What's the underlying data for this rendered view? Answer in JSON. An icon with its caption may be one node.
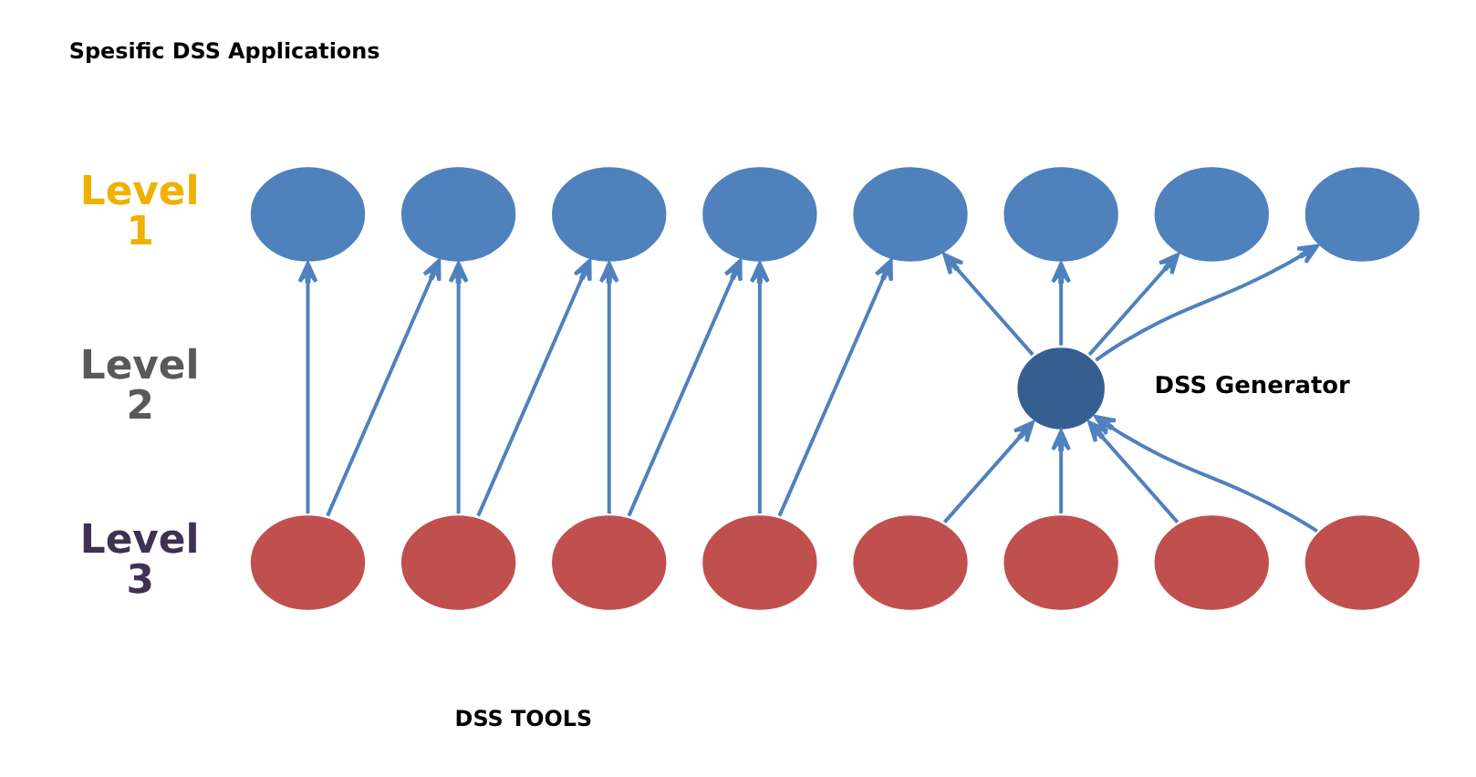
{
  "diagram": {
    "nodes": [
      {
        "text": [],
        "shape": "circle"
      },
      {
        "text": [],
        "shape": "circle"
      },
      {
        "text": [],
        "shape": "circle"
      },
      {
        "text": [],
        "shape": "circle"
      },
      {
        "text": [],
        "shape": "circle"
      },
      {
        "text": [],
        "shape": "circle"
      },
      {
        "text": [],
        "shape": "circle"
      },
      {
        "text": [],
        "shape": "circle"
      },
      {
        "text": [],
        "shape": "circle",
        "beside": [
          "DSS Generator"
        ]
      },
      {
        "text": [],
        "shape": "circle"
      },
      {
        "text": [],
        "shape": "circle"
      },
      {
        "text": [],
        "shape": "circle"
      },
      {
        "text": [],
        "shape": "circle"
      },
      {
        "text": [],
        "shape": "circle"
      },
      {
        "text": [],
        "shape": "circle"
      },
      {
        "text": [],
        "shape": "circle"
      },
      {
        "text": [],
        "shape": "circle"
      }
    ],
    "edges": [
      {
        "from": 9,
        "to": 0,
        "arrow": "to"
      },
      {
        "from": 9,
        "to": 1,
        "arrow": "to"
      },
      {
        "from": 10,
        "to": 1,
        "arrow": "to"
      },
      {
        "from": 10,
        "to": 2,
        "arrow": "to"
      },
      {
        "from": 11,
        "to": 2,
        "arrow": "to"
      },
      {
        "from": 11,
        "to": 3,
        "arrow": "to"
      },
      {
        "from": 12,
        "to": 3,
        "arrow": "to"
      },
      {
        "from": 12,
        "to": 4,
        "arrow": "to"
      },
      {
        "from": 8,
        "to": 4,
        "arrow": "to"
      },
      {
        "from": 8,
        "to": 5,
        "arrow": "to"
      },
      {
        "from": 8,
        "to": 6,
        "arrow": "to"
      },
      {
        "from": 8,
        "to": 7,
        "arrow": "to"
      },
      {
        "from": 13,
        "to": 8,
        "arrow": "to"
      },
      {
        "from": 14,
        "to": 8,
        "arrow": "to"
      },
      {
        "from": 15,
        "to": 8,
        "arrow": "to"
      },
      {
        "from": 16,
        "to": 8,
        "arrow": "to"
      }
    ],
    "labels": [
      "Spesific DSS Applications",
      "Level 1",
      "Level 2",
      "Level 3",
      "DSS TOOLS"
    ]
  }
}
